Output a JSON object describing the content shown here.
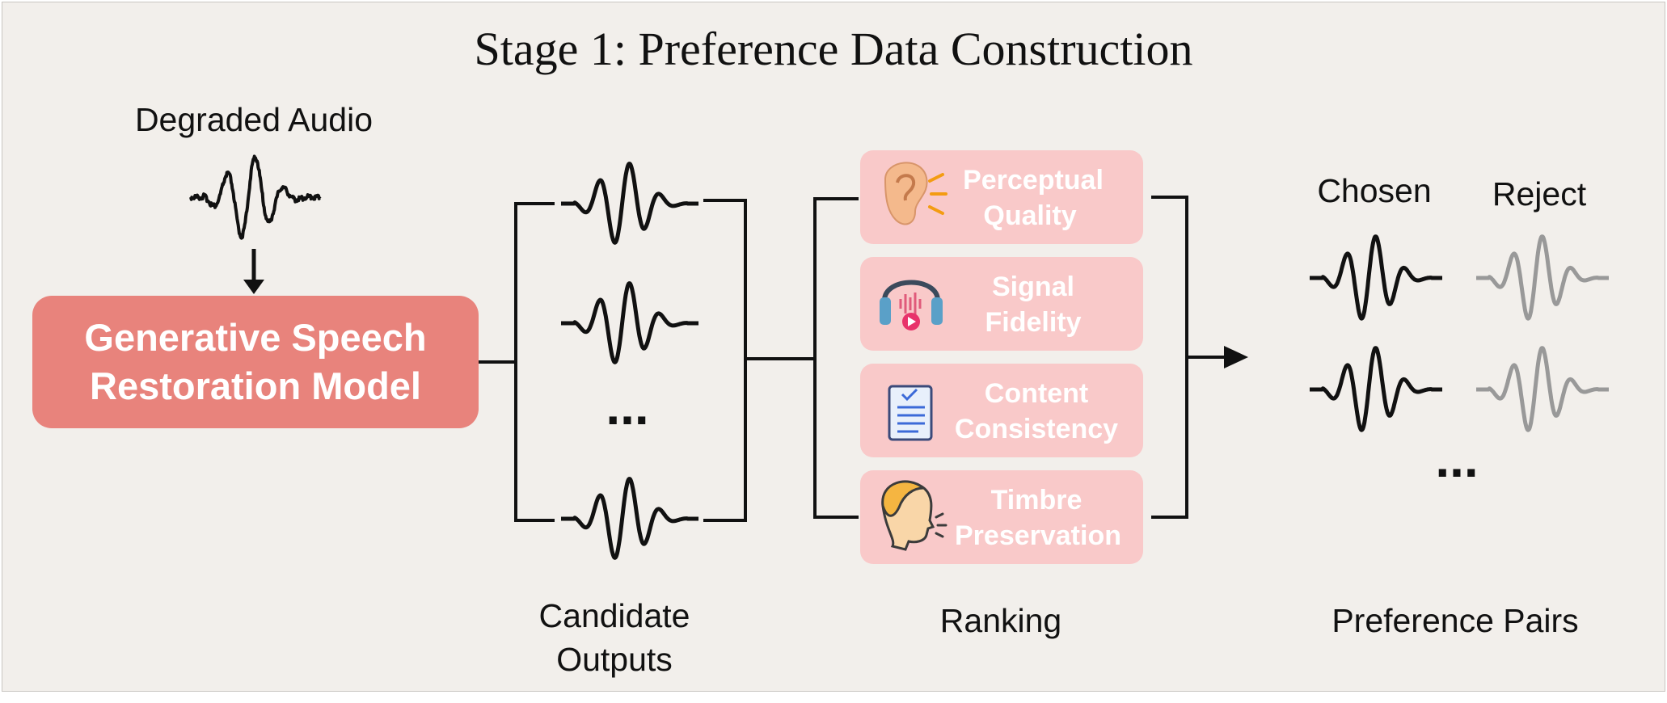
{
  "title": "Stage 1: Preference Data Construction",
  "input_label": "Degraded Audio",
  "model": {
    "line1": "Generative Speech",
    "line2": "Restoration Model",
    "color": "#e8837c"
  },
  "candidates": {
    "label_line1": "Candidate",
    "label_line2": "Outputs",
    "ellipsis": "..."
  },
  "ranking": {
    "label": "Ranking",
    "box_color": "#f9c9c9",
    "criteria": [
      {
        "line1": "Perceptual",
        "line2": "Quality",
        "icon": "ear-icon"
      },
      {
        "line1": "Signal",
        "line2": "Fidelity",
        "icon": "headphones-icon"
      },
      {
        "line1": "Content",
        "line2": "Consistency",
        "icon": "document-icon"
      },
      {
        "line1": "Timbre",
        "line2": "Preservation",
        "icon": "speaking-head-icon"
      }
    ]
  },
  "pairs": {
    "chosen_label": "Chosen",
    "reject_label": "Reject",
    "label": "Preference Pairs",
    "ellipsis": "...",
    "reject_color": "#999999"
  }
}
